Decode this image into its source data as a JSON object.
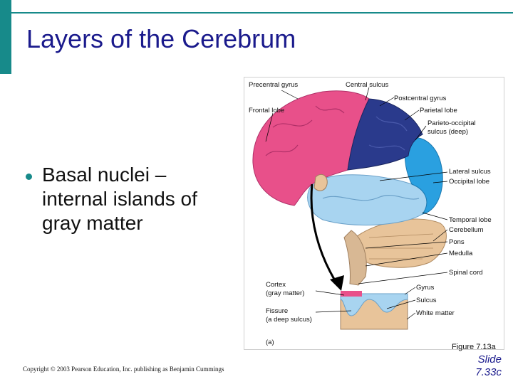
{
  "slide": {
    "title": "Layers of the Cerebrum",
    "bullet": "Basal nuclei – internal islands of gray matter",
    "figure_caption": "Figure 7.13a",
    "copyright": "Copyright © 2003 Pearson Education, Inc. publishing as Benjamin Cummings",
    "slide_label": "Slide",
    "slide_number": "7.33c"
  },
  "figure": {
    "labels": {
      "precentral_gyrus": "Precentral gyrus",
      "central_sulcus": "Central sulcus",
      "postcentral_gyrus": "Postcentral gyrus",
      "frontal_lobe": "Frontal lobe",
      "parietal_lobe": "Parietal lobe",
      "parieto_occipital": "Parieto-occipital",
      "sulcus_deep": "sulcus (deep)",
      "lateral_sulcus": "Lateral sulcus",
      "occipital_lobe": "Occipital lobe",
      "temporal_lobe": "Temporal lobe",
      "cerebellum": "Cerebellum",
      "pons": "Pons",
      "medulla": "Medulla",
      "spinal_cord": "Spinal cord",
      "cortex": "Cortex",
      "gray_matter": "(gray matter)",
      "fissure": "Fissure",
      "deep_sulcus": "(a deep sulcus)",
      "gyrus": "Gyrus",
      "sulcus": "Sulcus",
      "white_matter": "White matter",
      "panel": "(a)"
    },
    "colors": {
      "frontal": "#e8508a",
      "parietal": "#2a3a8c",
      "occipital": "#2aa0e0",
      "temporal": "#a8d4f0",
      "cerebellum": "#e8c49a",
      "brainstem": "#d8b894",
      "accent": "#178a8a",
      "title": "#1a1a8c"
    }
  }
}
